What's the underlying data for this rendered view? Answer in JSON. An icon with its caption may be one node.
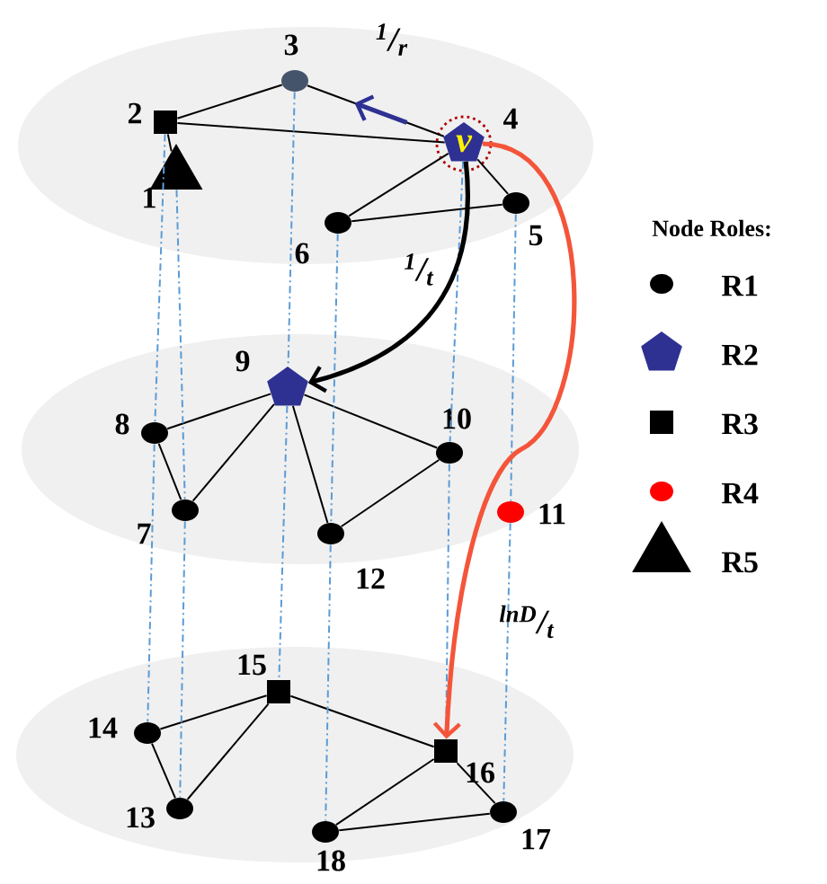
{
  "diagram": {
    "nodes": [
      {
        "text": [],
        "shape": "triangle",
        "beside": [
          "1"
        ]
      },
      {
        "text": [],
        "shape": "square",
        "beside": [
          "2"
        ]
      },
      {
        "text": [],
        "shape": "circle",
        "beside": [
          "3"
        ]
      },
      {
        "text": [
          "v"
        ],
        "beside": [
          "4"
        ]
      },
      {
        "text": [],
        "shape": "circle",
        "beside": [
          "5"
        ]
      },
      {
        "text": [],
        "shape": "circle",
        "beside": [
          "6"
        ]
      },
      {
        "text": [],
        "shape": "circle",
        "beside": [
          "7"
        ]
      },
      {
        "text": [],
        "shape": "circle",
        "beside": [
          "8"
        ]
      },
      {
        "text": [],
        "shape": "pentagon",
        "beside": [
          "9"
        ]
      },
      {
        "text": [],
        "shape": "circle",
        "beside": [
          "10"
        ]
      },
      {
        "text": [],
        "shape": "circle",
        "beside": [
          "11"
        ]
      },
      {
        "text": [],
        "shape": "circle",
        "beside": [
          "12"
        ]
      },
      {
        "text": [],
        "shape": "circle",
        "beside": [
          "13"
        ]
      },
      {
        "text": [],
        "shape": "circle",
        "beside": [
          "14"
        ]
      },
      {
        "text": [],
        "shape": "square",
        "beside": [
          "15"
        ]
      },
      {
        "text": [],
        "shape": "square",
        "beside": [
          "16"
        ]
      },
      {
        "text": [],
        "shape": "circle",
        "beside": [
          "17"
        ]
      },
      {
        "text": [],
        "shape": "circle",
        "beside": [
          "18"
        ]
      }
    ],
    "edges": [
      {
        "from": 1,
        "to": 2,
        "arrow": "none"
      },
      {
        "from": 2,
        "to": 3,
        "arrow": "none"
      },
      {
        "from": 1,
        "to": 3,
        "arrow": "none"
      },
      {
        "from": 1,
        "to": 0,
        "arrow": "none"
      },
      {
        "from": 3,
        "to": 5,
        "arrow": "none"
      },
      {
        "from": 3,
        "to": 4,
        "arrow": "none"
      },
      {
        "from": 5,
        "to": 4,
        "arrow": "none"
      },
      {
        "from": 8,
        "to": 7,
        "arrow": "none"
      },
      {
        "from": 7,
        "to": 6,
        "arrow": "none"
      },
      {
        "from": 8,
        "to": 6,
        "arrow": "none"
      },
      {
        "from": 8,
        "to": 11,
        "arrow": "none"
      },
      {
        "from": 8,
        "to": 9,
        "arrow": "none"
      },
      {
        "from": 9,
        "to": 11,
        "arrow": "none"
      },
      {
        "from": 14,
        "to": 13,
        "arrow": "none"
      },
      {
        "from": 13,
        "to": 12,
        "arrow": "none"
      },
      {
        "from": 14,
        "to": 12,
        "arrow": "none"
      },
      {
        "from": 14,
        "to": 15,
        "arrow": "none"
      },
      {
        "from": 15,
        "to": 17,
        "arrow": "none"
      },
      {
        "from": 15,
        "to": 16,
        "arrow": "none"
      },
      {
        "from": 17,
        "to": 16,
        "arrow": "none"
      },
      {
        "from": 0,
        "to": 6,
        "arrow": "none",
        "style": "dashed",
        "color": "#5b9bd5"
      },
      {
        "from": 6,
        "to": 12,
        "arrow": "none",
        "style": "dashed",
        "color": "#5b9bd5"
      },
      {
        "from": 1,
        "to": 7,
        "arrow": "none",
        "style": "dashed",
        "color": "#5b9bd5"
      },
      {
        "from": 7,
        "to": 13,
        "arrow": "none",
        "style": "dashed",
        "color": "#5b9bd5"
      },
      {
        "from": 2,
        "to": 8,
        "arrow": "none",
        "style": "dashed",
        "color": "#5b9bd5"
      },
      {
        "from": 8,
        "to": 14,
        "arrow": "none",
        "style": "dashed",
        "color": "#5b9bd5"
      },
      {
        "from": 5,
        "to": 11,
        "arrow": "none",
        "style": "dashed",
        "color": "#5b9bd5"
      },
      {
        "from": 11,
        "to": 17,
        "arrow": "none",
        "style": "dashed",
        "color": "#5b9bd5"
      },
      {
        "from": 3,
        "to": 9,
        "arrow": "none",
        "style": "dashed",
        "color": "#5b9bd5"
      },
      {
        "from": 9,
        "to": 15,
        "arrow": "none",
        "style": "dashed",
        "color": "#5b9bd5"
      },
      {
        "from": 4,
        "to": 10,
        "arrow": "none",
        "style": "dashed",
        "color": "#5b9bd5"
      },
      {
        "from": 10,
        "to": 16,
        "arrow": "none",
        "style": "dashed",
        "color": "#5b9bd5"
      },
      {
        "from": 3,
        "to": 2,
        "arrow": "to",
        "style": "thick",
        "color": "#2e3192",
        "label": "$^{1}$/$_{r}$"
      },
      {
        "from": 3,
        "to": 8,
        "arrow": "to",
        "style": "thick",
        "label": "$^{1}$/$_{t}$"
      },
      {
        "from": 3,
        "to": 15,
        "arrow": "to",
        "style": "thick",
        "color": "#f4553a",
        "label": "$^{lnD}$/$_{t}$"
      }
    ],
    "labels": [
      "Node Roles:"
    ],
    "legend": [
      {
        "text": "R1"
      },
      {
        "text": "R2"
      },
      {
        "text": "R3"
      },
      {
        "text": "R4",
        "color": "#ff0000"
      },
      {
        "text": "R5"
      }
    ]
  }
}
